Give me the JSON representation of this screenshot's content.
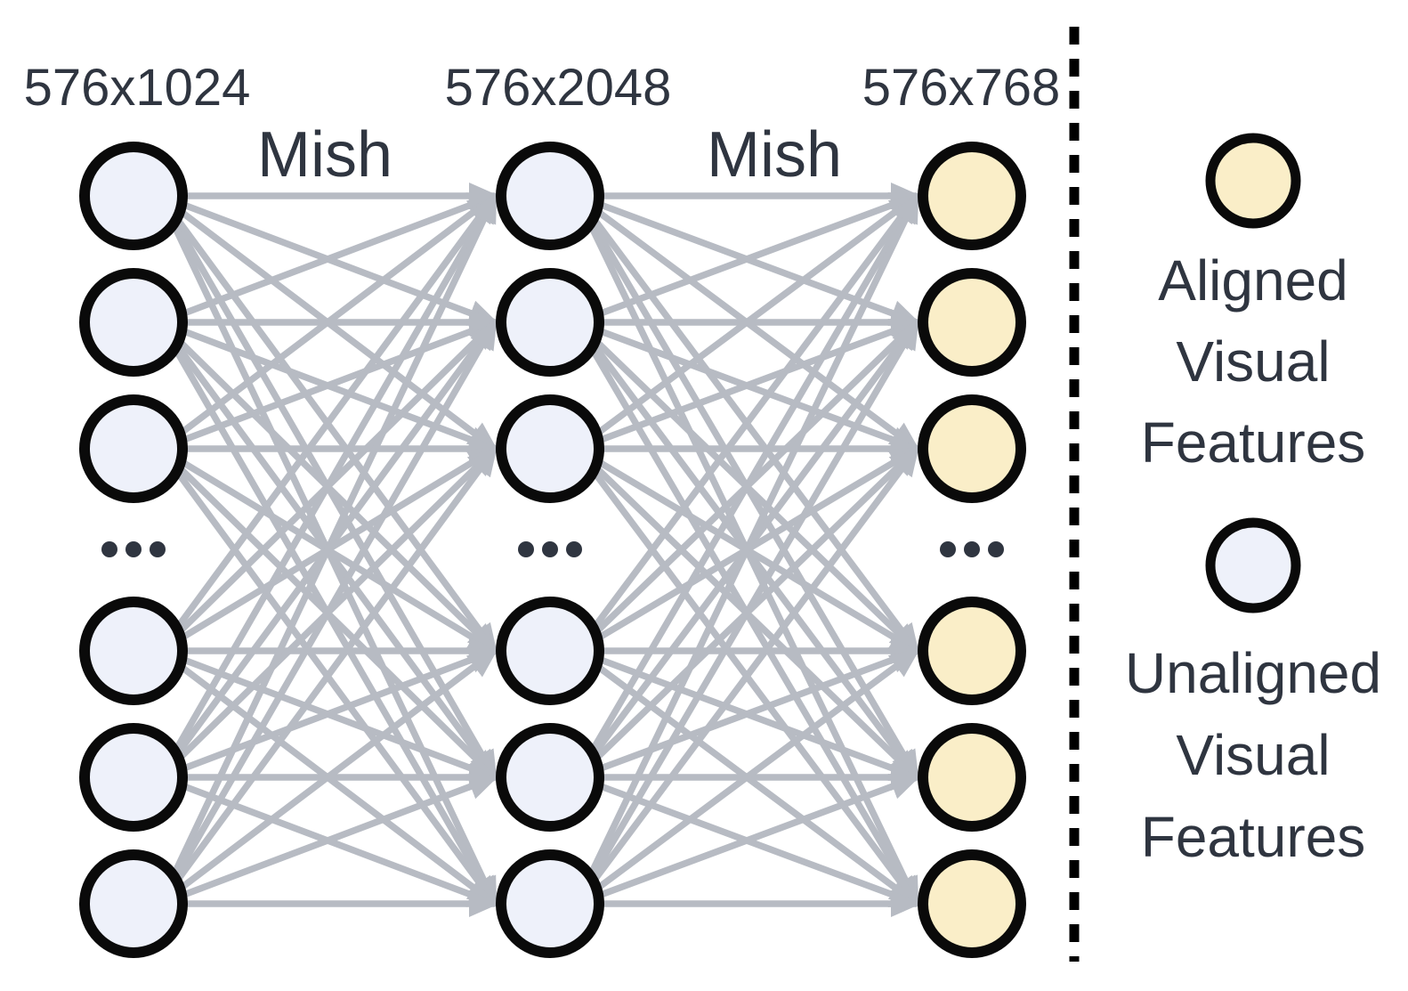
{
  "network": {
    "layers": [
      {
        "dim_label": "576x1024",
        "type": "unaligned"
      },
      {
        "dim_label": "576x2048",
        "type": "unaligned"
      },
      {
        "dim_label": "576x768",
        "type": "aligned"
      }
    ],
    "activations": [
      "Mish",
      "Mish"
    ],
    "ellipsis": "..."
  },
  "legend": {
    "aligned": {
      "lines": [
        "Aligned",
        "Visual",
        "Features"
      ],
      "color": "#FAEEC8"
    },
    "unaligned": {
      "lines": [
        "Unaligned",
        "Visual",
        "Features"
      ],
      "color": "#EEF1FA"
    }
  },
  "colors": {
    "node_unaligned_fill": "#EEF1FA",
    "node_aligned_fill": "#FAEEC8",
    "node_stroke": "#0A0A0A",
    "edge": "#B7BBC3",
    "text": "#2F3540",
    "separator": "#000000",
    "background": "#FFFFFF"
  }
}
